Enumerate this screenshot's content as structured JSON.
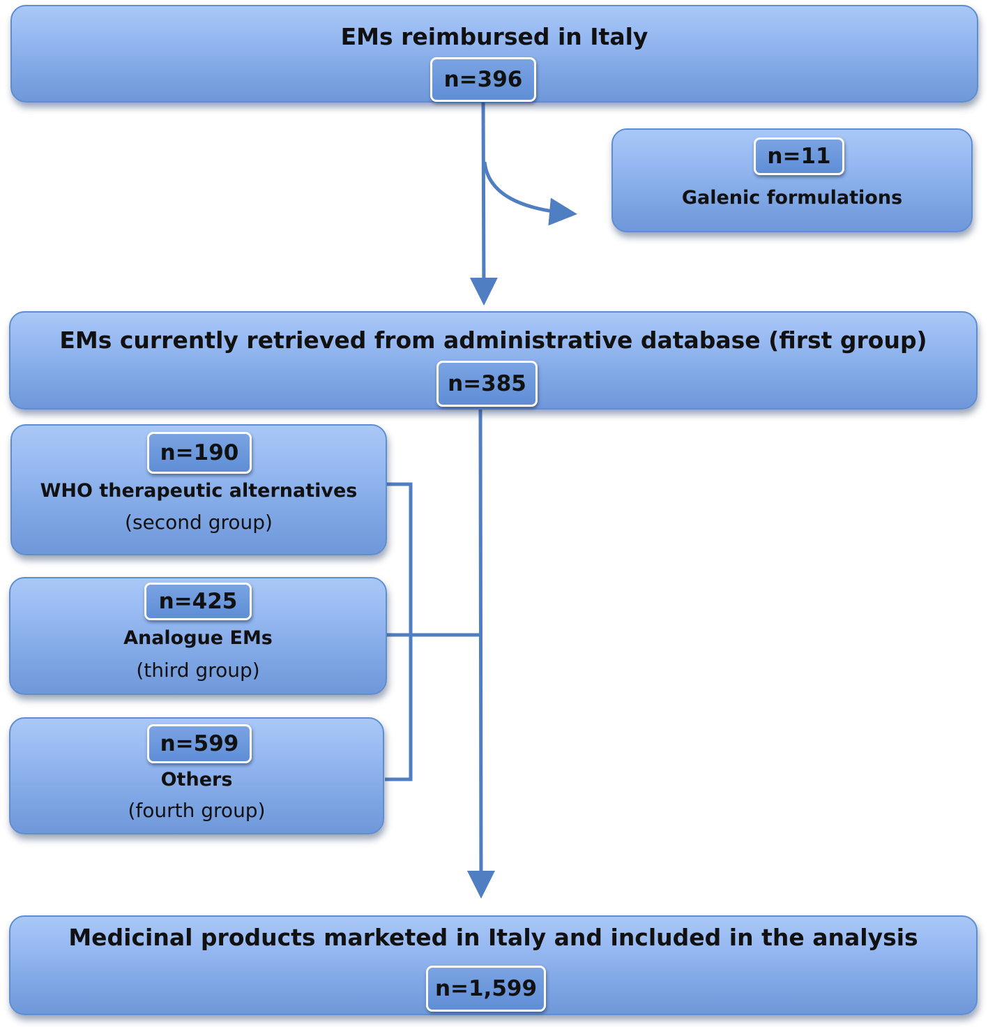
{
  "colors": {
    "box_fill_top": "#a9c8f7",
    "box_fill_bottom": "#6f98da",
    "box_border": "#5f8ed0",
    "badge_fill": "#5f8ed6",
    "connector": "#4f7fc2"
  },
  "boxes": {
    "reimbursed": {
      "title": "EMs reimbursed in Italy",
      "count": "n=396"
    },
    "galenic": {
      "count": "n=11",
      "title": "Galenic formulations"
    },
    "first_group": {
      "title": "EMs currently retrieved from administrative database (first group)",
      "count": "n=385"
    },
    "who": {
      "count": "n=190",
      "title": "WHO therapeutic alternatives",
      "subtitle": "(second group)"
    },
    "analogue": {
      "count": "n=425",
      "title": "Analogue EMs",
      "subtitle": "(third group)"
    },
    "others": {
      "count": "n=599",
      "title": "Others",
      "subtitle": "(fourth group)"
    },
    "included": {
      "title": "Medicinal products marketed in Italy and included in the analysis",
      "count": "n=1,599"
    }
  }
}
